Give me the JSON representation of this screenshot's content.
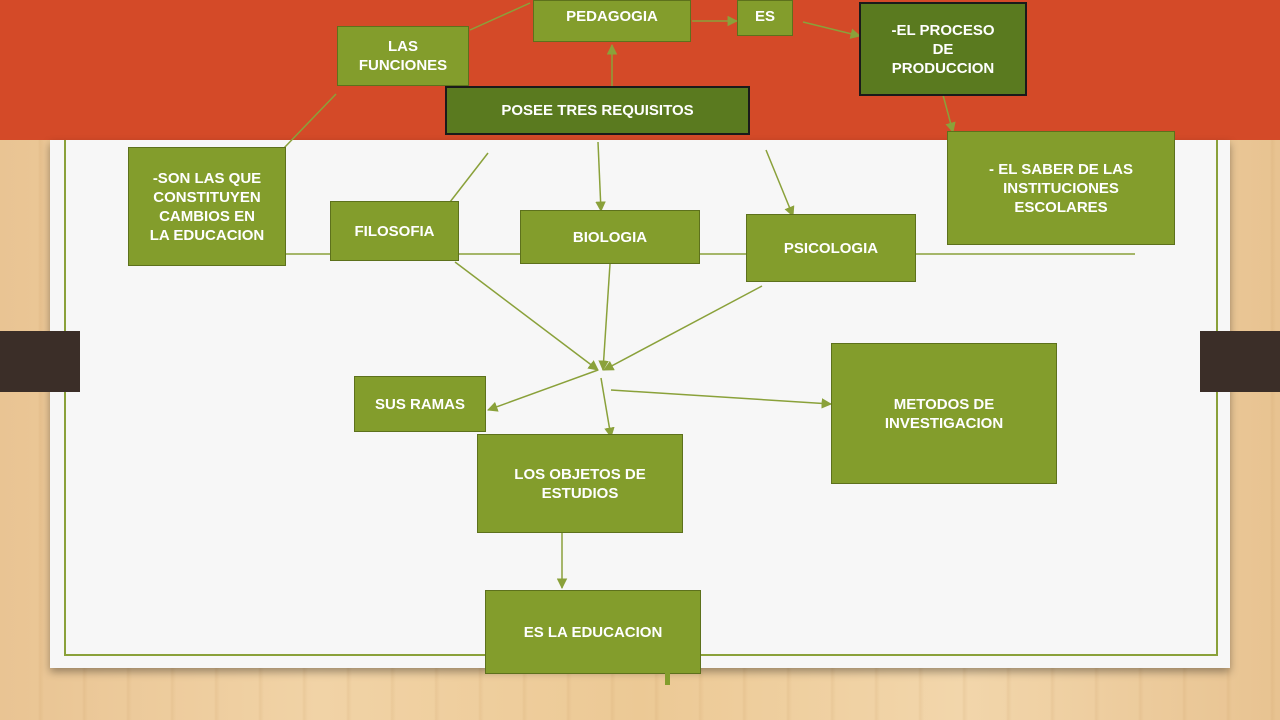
{
  "diagram": {
    "nodes": {
      "pedagogia": "PEDAGOGIA",
      "es": "ES",
      "proceso": "-EL PROCESO\nDE\nPRODUCCION",
      "funciones": "LAS\nFUNCIONES",
      "requisitos": "POSEE TRES REQUISITOS",
      "son": "-SON LAS QUE\nCONSTITUYEN\nCAMBIOS  EN\nLA EDUCACION",
      "filosofia": "FILOSOFIA",
      "biologia": "BIOLOGIA",
      "psicologia": "PSICOLOGIA",
      "saber": "- EL SABER DE LAS\nINSTITUCIONES\nESCOLARES",
      "ramas": "SUS RAMAS",
      "metodos": "METODOS DE\nINVESTIGACION",
      "objetos": "LOS OBJETOS DE\nESTUDIOS",
      "educacion": "ES LA EDUCACION"
    },
    "colors": {
      "band": "#d44a28",
      "node_fill": "#839d2c",
      "node_fill_dark": "#5a7a1f",
      "connector": "#8aa13a"
    }
  }
}
